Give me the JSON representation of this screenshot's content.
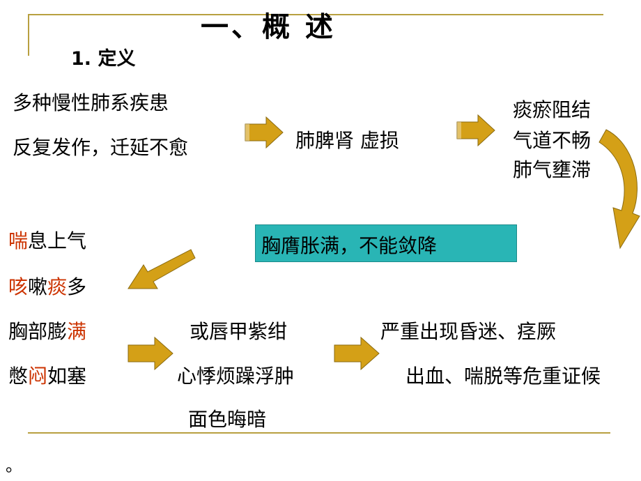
{
  "title": "一、概 述",
  "subtitle": "1.  定义",
  "causes": [
    "多种慢性肺系疾患",
    "反复发作，迁延不愈"
  ],
  "organs": "肺脾肾 虚损",
  "pathology": [
    "痰瘀阻结",
    "气道不畅",
    "肺气壅滞"
  ],
  "key": "胸膺胀满，不能敛降",
  "symptoms": [
    {
      "red": "喘",
      "rest": "息上气"
    },
    {
      "red": "咳",
      "mid": "嗽",
      "red2": "痰",
      "rest": "多"
    },
    {
      "pre": "胸部膨",
      "red": "满"
    },
    {
      "pre": "憋",
      "red": "闷",
      "rest": "如塞"
    }
  ],
  "signs": [
    "或唇甲紫绀",
    "心悸烦躁浮肿",
    "面色晦暗"
  ],
  "severe": [
    "严重出现昏迷、痉厥",
    "出血、喘脱等危重证候"
  ],
  "footnote": "。",
  "colors": {
    "accent_line": "#b8a040",
    "arrow_fill": "#d4a017",
    "highlight": "#29b5b5",
    "red_text": "#cc3300"
  }
}
